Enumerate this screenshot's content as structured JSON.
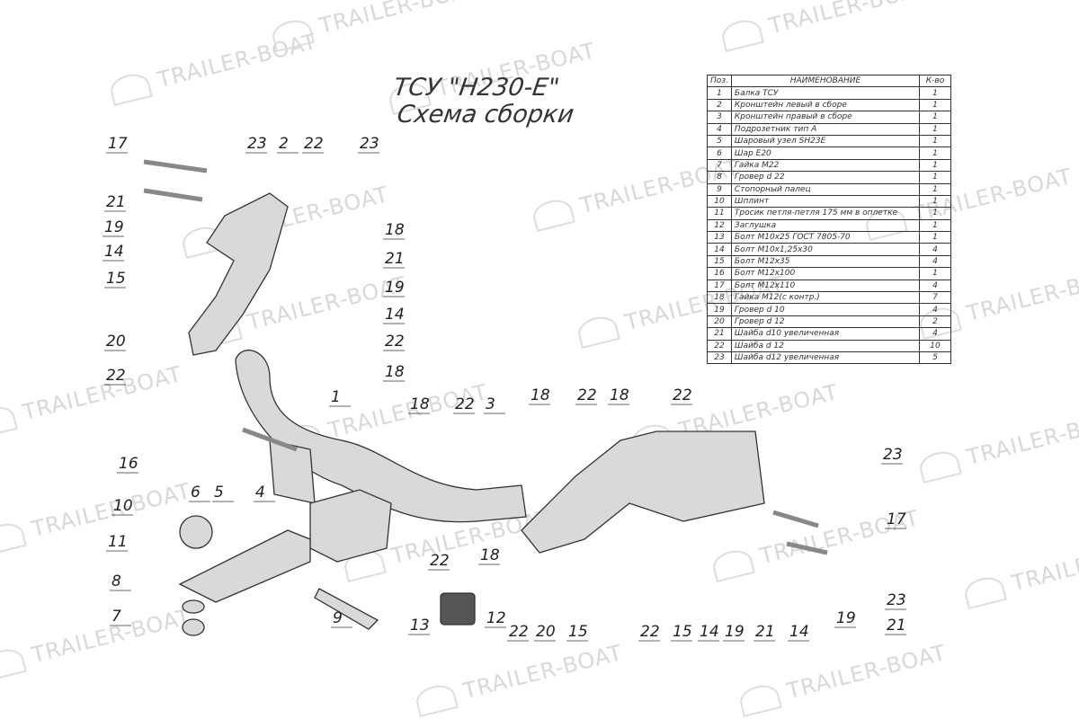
{
  "title": {
    "line1": "ТСУ \"H230-E\"",
    "line2": "Схема сборки"
  },
  "watermark": "TRAILER-BOAT",
  "table": {
    "headers": [
      "Поз.",
      "НАИМЕНОВАНИЕ",
      "К-во"
    ],
    "rows": [
      [
        "1",
        "Балка ТСУ",
        "1"
      ],
      [
        "2",
        "Кронштейн левый в сборе",
        "1"
      ],
      [
        "3",
        "Кронштейн правый в сборе",
        "1"
      ],
      [
        "4",
        "Подрозетник тип А",
        "1"
      ],
      [
        "5",
        "Шаровый узел SH23E",
        "1"
      ],
      [
        "6",
        "Шар E20",
        "1"
      ],
      [
        "7",
        "Гайка M22",
        "1"
      ],
      [
        "8",
        "Гровер d 22",
        "1"
      ],
      [
        "9",
        "Стопорный палец",
        "1"
      ],
      [
        "10",
        "Шплинт",
        "1"
      ],
      [
        "11",
        "Тросик петля-петля 175 мм в оплетке",
        "1"
      ],
      [
        "12",
        "Заглушка",
        "1"
      ],
      [
        "13",
        "Болт M10x25 ГОСТ 7805-70",
        "1"
      ],
      [
        "14",
        "Болт M10x1,25x30",
        "4"
      ],
      [
        "15",
        "Болт M12x35",
        "4"
      ],
      [
        "16",
        "Болт M12x100",
        "1"
      ],
      [
        "17",
        "Болт M12x110",
        "4"
      ],
      [
        "18",
        "Гайка M12(с контр.)",
        "7"
      ],
      [
        "19",
        "Гровер d 10",
        "4"
      ],
      [
        "20",
        "Гровер d 12",
        "2"
      ],
      [
        "21",
        "Шайба d10 увеличенная",
        "4"
      ],
      [
        "22",
        "Шайба d 12",
        "10"
      ],
      [
        "23",
        "Шайба d12 увеличенная",
        "5"
      ]
    ]
  },
  "callouts": [
    "17",
    "23",
    "2",
    "22",
    "23",
    "21",
    "19",
    "14",
    "15",
    "18",
    "21",
    "19",
    "14",
    "20",
    "22",
    "22",
    "18",
    "1",
    "18",
    "22",
    "3",
    "18",
    "22",
    "18",
    "22",
    "16",
    "23",
    "10",
    "6",
    "5",
    "4",
    "17",
    "11",
    "22",
    "18",
    "8",
    "9",
    "13",
    "12",
    "7",
    "23",
    "21",
    "22",
    "20",
    "15",
    "22",
    "15",
    "14",
    "19",
    "21",
    "14",
    "19"
  ]
}
